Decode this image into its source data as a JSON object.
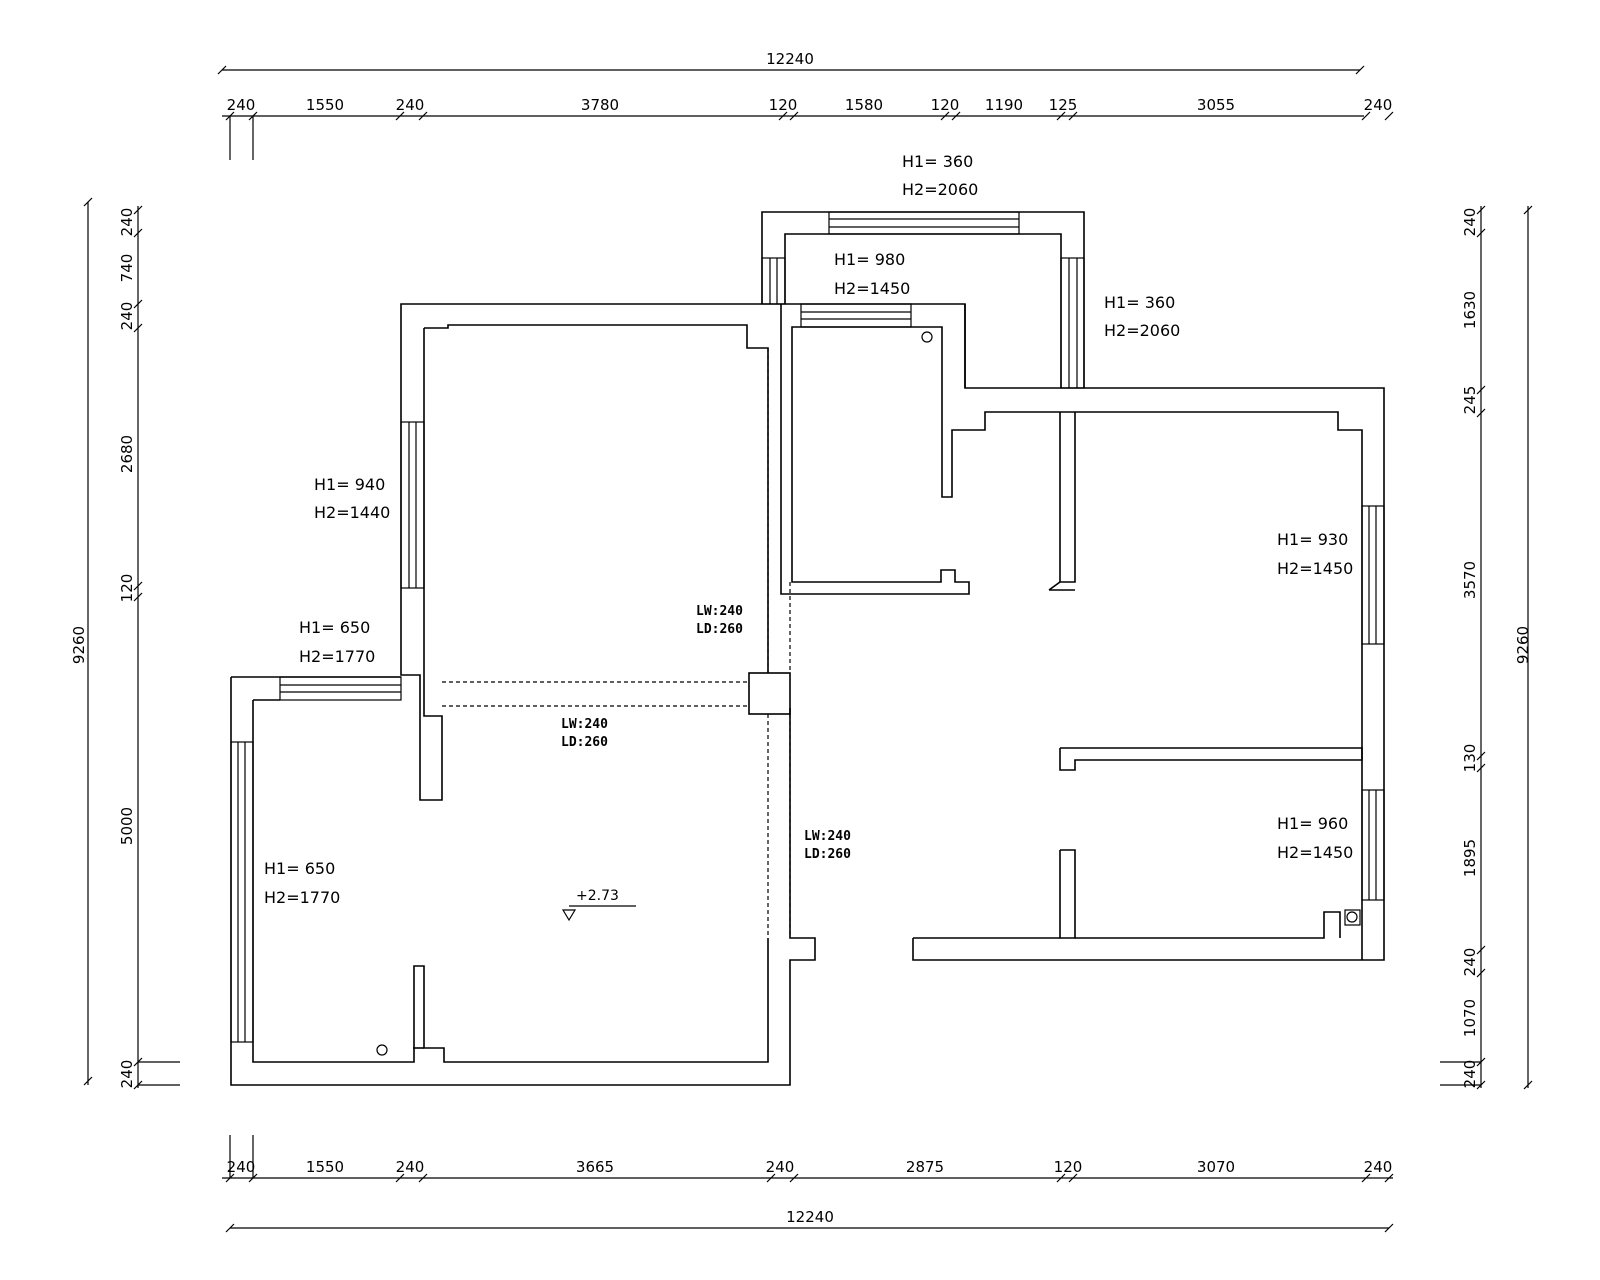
{
  "dimensions": {
    "top_total": "12240",
    "top_segments": [
      "240",
      "1550",
      "240",
      "3780",
      "120",
      "1580",
      "120",
      "1190",
      "125",
      "3055",
      "240"
    ],
    "bottom_total": "12240",
    "bottom_segments": [
      "240",
      "1550",
      "240",
      "3665",
      "240",
      "2875",
      "120",
      "3070",
      "240"
    ],
    "left_total": "9260",
    "left_segments": [
      "240",
      "740",
      "240",
      "2680",
      "120",
      "5000",
      "240"
    ],
    "right_total": "9260",
    "right_segments": [
      "240",
      "1630",
      "245",
      "3570",
      "130",
      "1895",
      "240",
      "1070",
      "240"
    ]
  },
  "window_notes": [
    {
      "h1": "H1= 360",
      "h2": "H2=2060"
    },
    {
      "h1": "H1= 980",
      "h2": "H2=1450"
    },
    {
      "h1": "H1= 360",
      "h2": "H2=2060"
    },
    {
      "h1": "H1= 940",
      "h2": "H2=1440"
    },
    {
      "h1": "H1= 650",
      "h2": "H2=1770"
    },
    {
      "h1": "H1= 650",
      "h2": "H2=1770"
    },
    {
      "h1": "H1= 930",
      "h2": "H2=1450"
    },
    {
      "h1": "H1= 960",
      "h2": "H2=1450"
    }
  ],
  "beam_notes": [
    {
      "lw": "LW:240",
      "ld": "LD:260"
    },
    {
      "lw": "LW:240",
      "ld": "LD:260"
    },
    {
      "lw": "LW:240",
      "ld": "LD:260"
    }
  ],
  "elevation_mark": "+2.73"
}
